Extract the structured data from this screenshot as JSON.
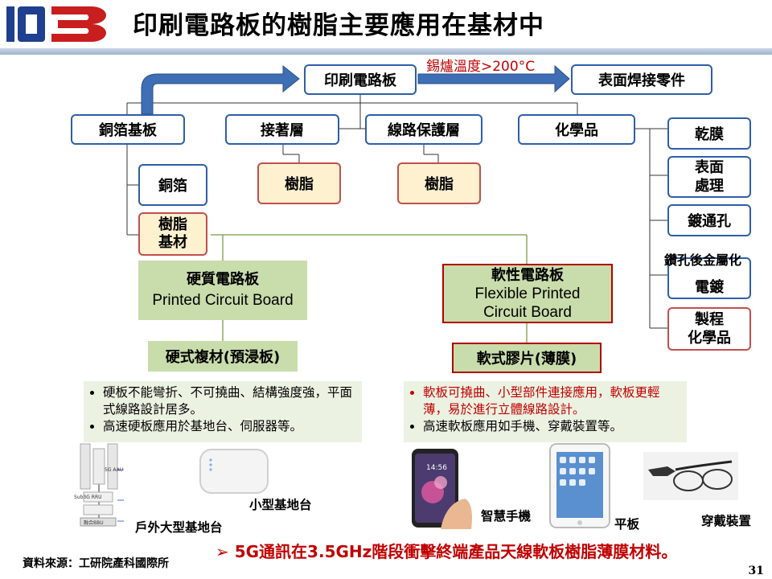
{
  "header": {
    "logo_text": "ID3",
    "title": "印刷電路板的樹脂主要應用在基材中"
  },
  "top": {
    "pcb": "印刷電路板",
    "smt": "表面焊接零件",
    "temp_note": "錫爐溫度>200°C"
  },
  "row2": {
    "cu_substrate": "銅箔基板",
    "adhesive": "接著層",
    "protect": "線路保護層",
    "chemical": "化學品"
  },
  "resin_label": "樹脂",
  "resin2_label": "樹脂",
  "copper_foil": "銅箔",
  "resin_substrate": [
    "樹脂",
    "基材"
  ],
  "chem_items": {
    "dry_film": "乾膜",
    "surface": [
      "表面",
      "處理"
    ],
    "pth": "鍍通孔",
    "drill_label": "鑽孔後金屬化",
    "plating": "電鍍",
    "process": [
      "製程",
      "化學品"
    ]
  },
  "rigid": {
    "title": "硬質電路板",
    "subtitle": "Printed Circuit Board",
    "material": "硬式複材(預浸板)",
    "notes": [
      "硬板不能彎折、不可撓曲、結構強度強，平面式線路設計居多。",
      "高速硬板應用於基地台、伺服器等。"
    ]
  },
  "flex": {
    "title": "軟性電路板",
    "subtitle1": "Flexible Printed",
    "subtitle2": "Circuit Board",
    "material": "軟式膠片(薄膜)",
    "notes": [
      "軟板可撓曲、小型部件連接應用，軟板更輕薄，易於進行立體線路設計。",
      "高速軟板應用如手機、穿戴裝置等。"
    ]
  },
  "images": {
    "outdoor_bs": "戶外大型基地台",
    "small_bs": "小型基地台",
    "phone": "智慧手機",
    "tablet": "平板",
    "wearable": "穿戴裝置",
    "aau_label": "5G AAU",
    "rru_label": "Sub3G RRU",
    "bbu_label": "融合BBU",
    "phone_time": "14:56"
  },
  "bottom_line": "➢ 5G通訊在3.5GHz階段衝擊終端產品天線軟板樹脂薄膜材料。",
  "source": "資料來源：工研院產科國際所",
  "page_number": "31",
  "colors": {
    "blue_border": "#2e5ea8",
    "red_border": "#c0504d",
    "green_fill": "#c9dcab",
    "note_fill": "#ecf2e2",
    "accent_red": "#c00000",
    "arrow_blue": "#3e6fb5"
  }
}
